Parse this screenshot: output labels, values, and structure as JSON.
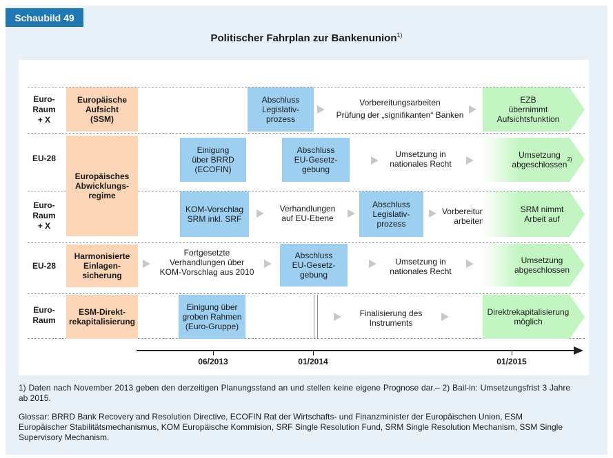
{
  "header": {
    "tag": "Schaubild 49",
    "title": "Politischer Fahrplan zur Bankenunion",
    "title_sup": "1)"
  },
  "rows": {
    "r1": {
      "region": "Euro-\nRaum\n+ X",
      "label": "Europäische\nAufsicht\n(SSM)",
      "blue1": "Abschluss\nLegislativ-\nprozess",
      "text1": "Vorbereitungsarbeiten",
      "text2": "Prüfung der „signifikanten“ Banken",
      "green": "EZB\nübernimmt\nAufsichtsfunktion"
    },
    "r2": {
      "region": "EU-28",
      "blue1": "Einigung\nüber BRRD\n(ECOFIN)",
      "blue2": "Abschluss\nEU-Gesetz-\ngebung",
      "text1": "Umsetzung in\nnationales Recht",
      "green": "Umsetzung\nabgeschlossen",
      "green_sup": "2)"
    },
    "r23label": "Europäisches\nAbwicklungs-\nregime",
    "r3": {
      "region": "Euro-\nRaum\n+ X",
      "blue1": "KOM-Vorschlag\nSRM inkl. SRF",
      "text1": "Verhandlungen\nauf EU-Ebene",
      "blue2": "Abschluss\nLegislativ-\nprozess",
      "text2": "Vorbereitungs-\narbeiten",
      "green": "SRM nimmt\nArbeit auf"
    },
    "r4": {
      "region": "EU-28",
      "label": "Harmonisierte\nEinlagen-\nsicherung",
      "text1": "Fortgesetzte\nVerhandlungen über\nKOM-Vorschlag aus 2010",
      "blue1": "Abschluss\nEU-Gesetz-\ngebung",
      "text2": "Umsetzung in\nnationales Recht",
      "green": "Umsetzung\nabgeschlossen"
    },
    "r5": {
      "region": "Euro-\nRaum",
      "label": "ESM-Direkt-\nrekapitalisierung",
      "blue1": "Einigung über\ngroben Rahmen\n(Euro-Gruppe)",
      "text1": "Finalisierung des\nInstruments",
      "green": "Direktrekapitalisierung\nmöglich"
    }
  },
  "axis": {
    "ticks": [
      "06/2013",
      "01/2014",
      "01/2015"
    ]
  },
  "footnotes": {
    "note1": "1) Daten nach November 2013 geben den derzeitigen Planungsstand an und stellen keine eigene Prognose dar.– 2) Bail-in: Umsetzungsfrist 3 Jahre ab 2015.",
    "glossar": "Glossar: BRRD Bank Recovery and Resolution Directive, ECOFIN Rat der Wirtschafts- und Finanzminister der Europäischen Union, ESM Europäischer Stabilitätsmechanismus, KOM Europäische Kommision, SRF Single Resolution Fund, SRM Single Resolution Mechanism, SSM Single Supervisory Mechanism."
  },
  "colors": {
    "tag": "#1f78b4",
    "background": "#e8f1f8",
    "orange_box": "#fbd5b5",
    "blue_box": "#9dcff0",
    "green_arrow": "#c3f5c3"
  }
}
